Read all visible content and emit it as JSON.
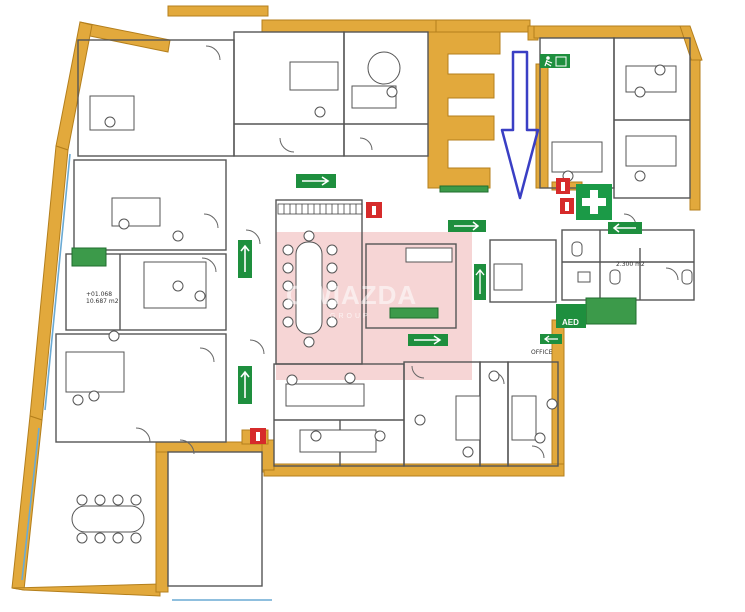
{
  "colors": {
    "wall": "#e2a93c",
    "wall_edge": "#b47f1c",
    "interior_line": "#555555",
    "highlight": "#f2c9c9",
    "exit_green": "#1e8f3e",
    "first_aid_green": "#1b9a47",
    "fire_red": "#d62b2b",
    "arrow_blue": "#3a3fc4",
    "window_blue": "#9ecbe8"
  },
  "labels": {
    "area_left": "+01.068",
    "area_left_sub": "10.687 m2",
    "area_wc": "2.300 m2",
    "aed": "AED",
    "office_tag": "OFFICE"
  },
  "watermark": {
    "brand": "GWIAZDA",
    "tagline": "GROUP"
  },
  "icons": {
    "exit_sign": "running-man-exit-icon",
    "first_aid": "first-aid-cross-icon",
    "fire": "fire-extinguisher-icon",
    "arrow": "blue-down-arrow-icon"
  }
}
